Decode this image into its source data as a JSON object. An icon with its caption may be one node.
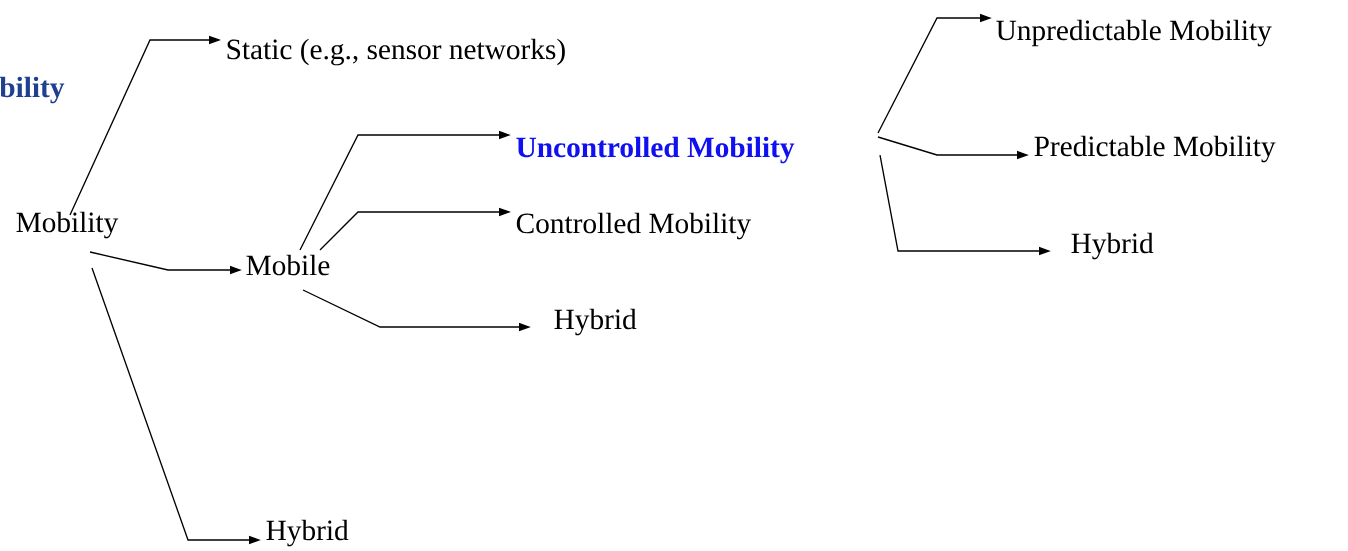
{
  "diagram": {
    "title": "bility",
    "nodes": [
      {
        "text": [
          "Mobility"
        ]
      },
      {
        "text": [
          "Static (e.g., sensor networks)"
        ]
      },
      {
        "text": [
          "Mobile"
        ]
      },
      {
        "text": [
          "Hybrid"
        ]
      },
      {
        "text": [
          "**Uncontrolled Mobility**"
        ]
      },
      {
        "text": [
          "Controlled Mobility"
        ]
      },
      {
        "text": [
          "Hybrid"
        ]
      },
      {
        "text": [
          "Unpredictable Mobility"
        ]
      },
      {
        "text": [
          "Predictable Mobility"
        ]
      },
      {
        "text": [
          "Hybrid"
        ]
      }
    ],
    "edges": [
      {
        "from": 0,
        "to": 1,
        "arrow": "to"
      },
      {
        "from": 0,
        "to": 2,
        "arrow": "to"
      },
      {
        "from": 0,
        "to": 3,
        "arrow": "to"
      },
      {
        "from": 2,
        "to": 4,
        "arrow": "to"
      },
      {
        "from": 2,
        "to": 5,
        "arrow": "to"
      },
      {
        "from": 2,
        "to": 6,
        "arrow": "to"
      },
      {
        "from": 4,
        "to": 7,
        "arrow": "to"
      },
      {
        "from": 4,
        "to": 8,
        "arrow": "to"
      },
      {
        "from": 4,
        "to": 9,
        "arrow": "to"
      }
    ]
  }
}
